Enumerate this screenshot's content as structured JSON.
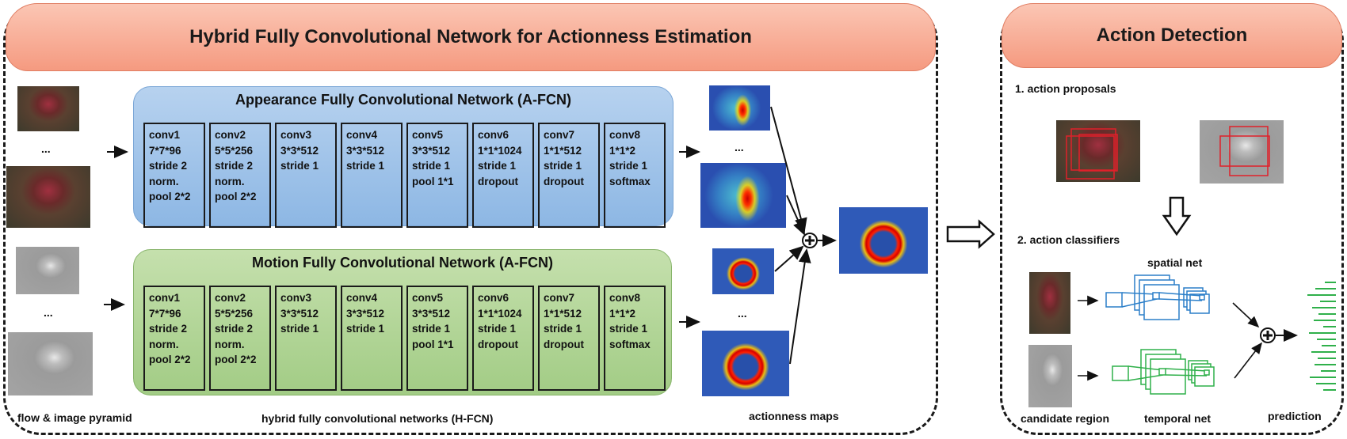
{
  "left_panel": {
    "title": "Hybrid Fully Convolutional Network for Actionness Estimation",
    "appearance_net": {
      "title": "Appearance Fully Convolutional Network (A-FCN)",
      "layers": [
        "conv1\n7*7*96\nstride 2\nnorm.\npool 2*2",
        "conv2\n5*5*256\nstride 2\nnorm.\npool 2*2",
        "conv3\n3*3*512\nstride 1",
        "conv4\n3*3*512\nstride 1",
        "conv5\n3*3*512\nstride 1\npool 1*1",
        "conv6\n1*1*1024\nstride 1\ndropout",
        "conv7\n1*1*512\nstride 1\ndropout",
        "conv8\n1*1*2\nstride 1\nsoftmax"
      ]
    },
    "motion_net": {
      "title": "Motion Fully Convolutional Network (A-FCN)",
      "layers": [
        "conv1\n7*7*96\nstride 2\nnorm.\npool 2*2",
        "conv2\n5*5*256\nstride 2\nnorm.\npool 2*2",
        "conv3\n3*3*512\nstride 1",
        "conv4\n3*3*512\nstride 1",
        "conv5\n3*3*512\nstride 1\npool 1*1",
        "conv6\n1*1*1024\nstride 1\ndropout",
        "conv7\n1*1*512\nstride 1\ndropout",
        "conv8\n1*1*2\nstride 1\nsoftmax"
      ]
    },
    "ellipsis": "...",
    "label_pyramid": "flow & image pyramid",
    "label_hfcn": "hybrid fully convolutional networks (H-FCN)",
    "label_maps": "actionness maps"
  },
  "right_panel": {
    "title": "Action Detection",
    "step1": "1. action proposals",
    "step2": "2. action classifiers",
    "spatial_net": "spatial net",
    "temporal_net": "temporal net",
    "candidate_region": "candidate region",
    "prediction": "prediction"
  },
  "colors": {
    "banner": "#f7a88f",
    "appearance": "#9fc2ea",
    "motion": "#b3d697",
    "spatial_net": "#2b7fc9",
    "temporal_net": "#2fb04a",
    "proposal_box": "#e0202a"
  },
  "icons": [
    "plus-circle-icon",
    "fusion-plus-icon",
    "hollow-right-arrow-icon",
    "hollow-down-arrow-icon"
  ]
}
